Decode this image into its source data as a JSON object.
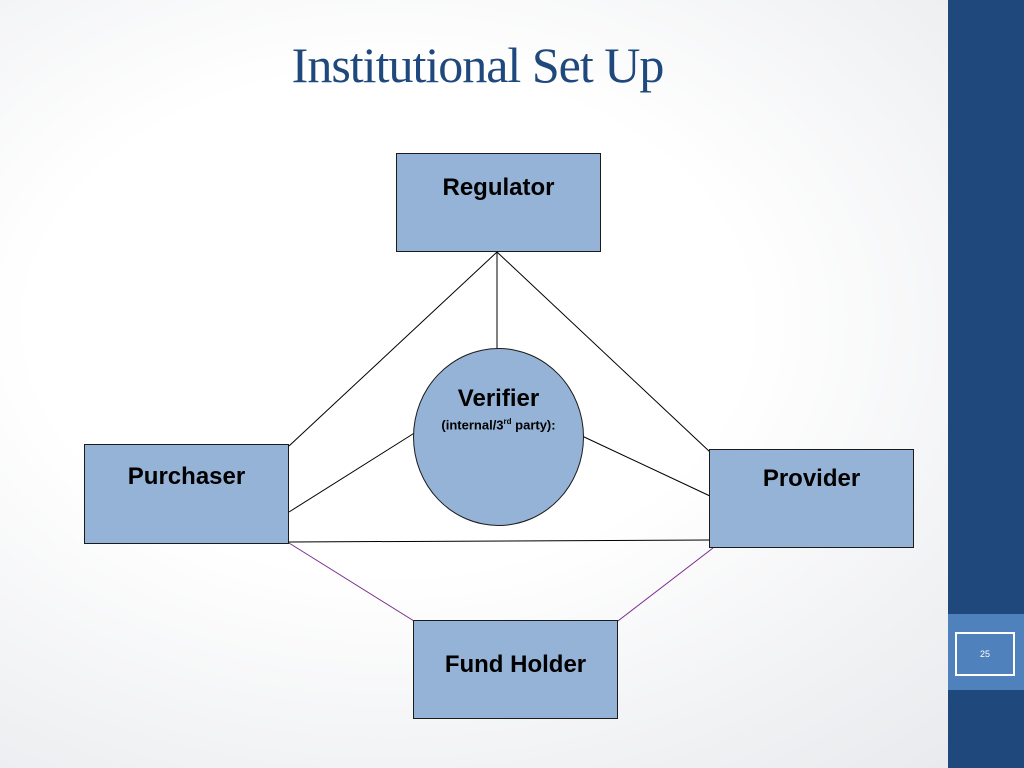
{
  "slide": {
    "title": "Institutional Set Up",
    "page_number": "25"
  },
  "diagram": {
    "nodes": {
      "regulator": "Regulator",
      "verifier": "Verifier",
      "verifier_note_pre": "(internal/3",
      "verifier_note_sup": "rd",
      "verifier_note_post": " party):",
      "purchaser": "Purchaser",
      "provider": "Provider",
      "fund_holder": "Fund Holder"
    },
    "connections": [
      {
        "from": "regulator",
        "to": "purchaser",
        "color": "#000000"
      },
      {
        "from": "regulator",
        "to": "verifier",
        "color": "#000000"
      },
      {
        "from": "regulator",
        "to": "provider",
        "color": "#000000"
      },
      {
        "from": "verifier",
        "to": "purchaser",
        "color": "#000000"
      },
      {
        "from": "verifier",
        "to": "provider",
        "color": "#000000"
      },
      {
        "from": "purchaser",
        "to": "provider",
        "color": "#000000"
      },
      {
        "from": "purchaser",
        "to": "fund_holder",
        "color": "#7b2c8c"
      },
      {
        "from": "provider",
        "to": "fund_holder",
        "color": "#7b2c8c"
      }
    ]
  },
  "colors": {
    "title": "#1f497d",
    "sidebar": "#1f497d",
    "page_block": "#4f81bd",
    "node_fill": "#95b3d7",
    "fund_link": "#7b2c8c"
  }
}
